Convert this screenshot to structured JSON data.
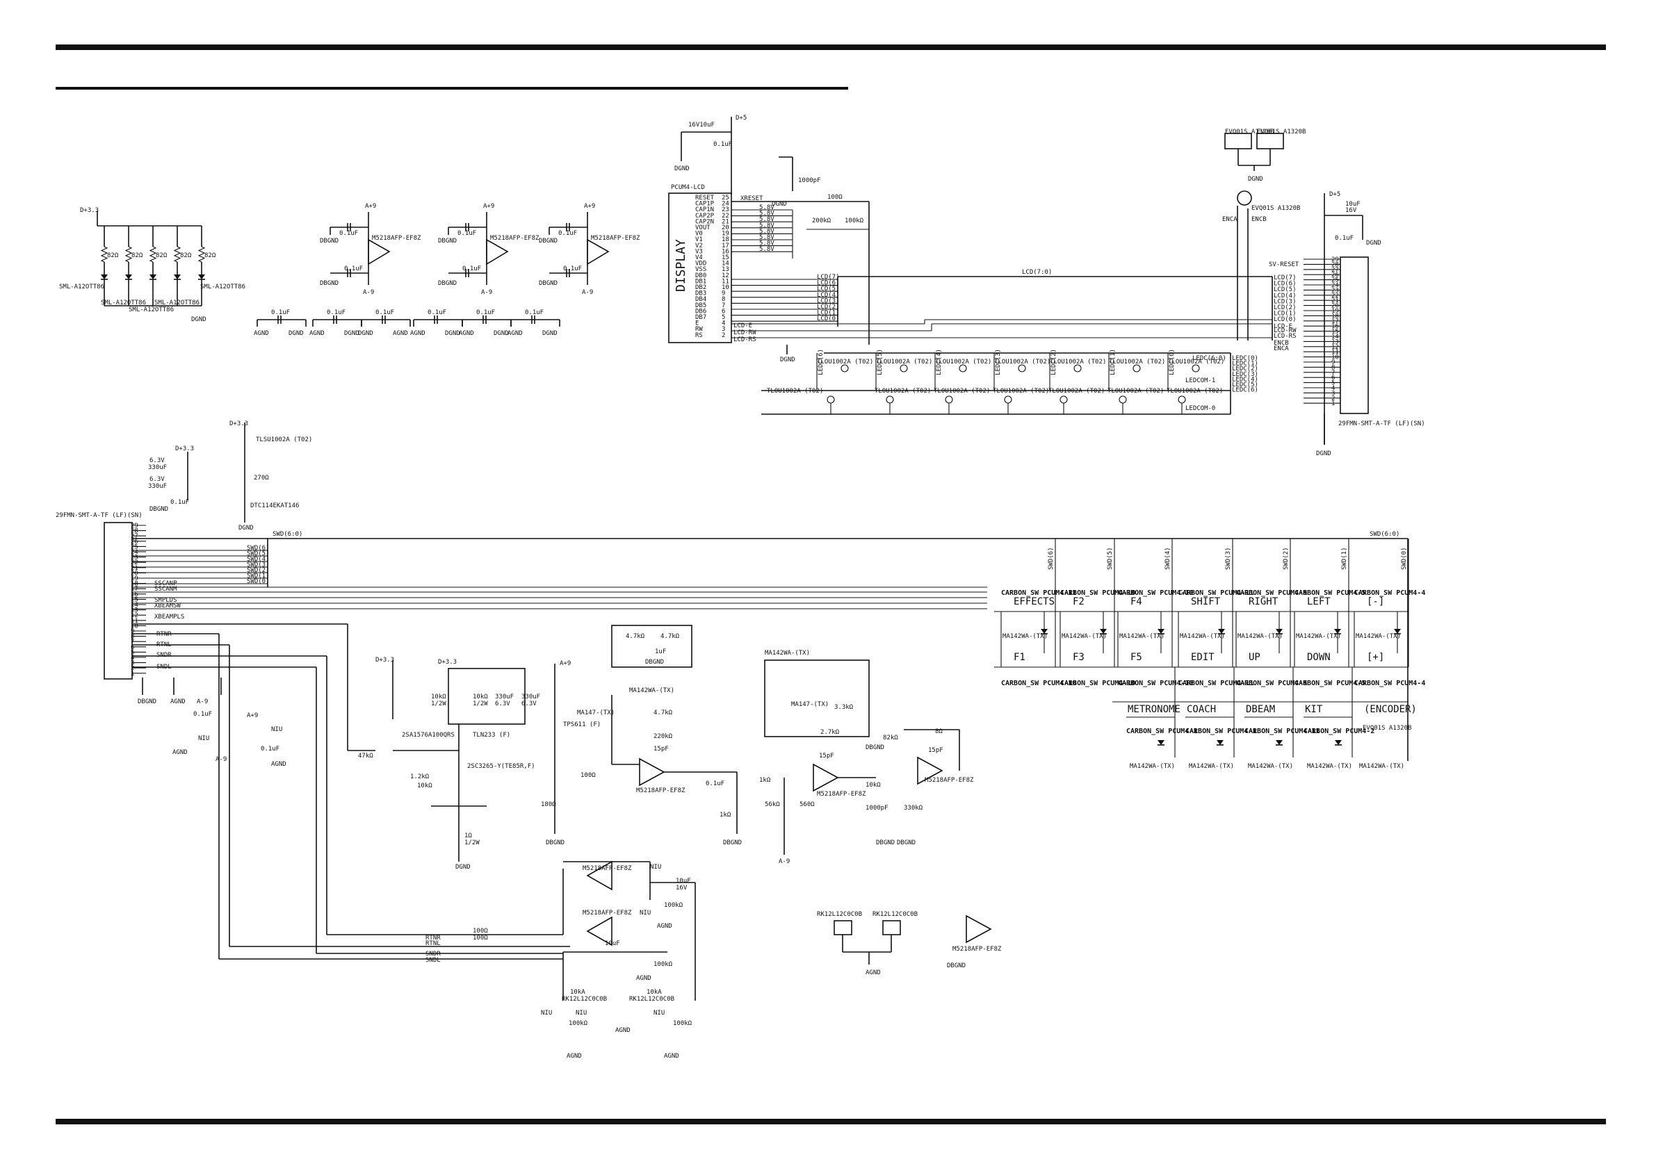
{
  "colors": {
    "ink": "#111111",
    "paper": "#ffffff"
  },
  "rails": {
    "d33": "D+3.3",
    "d5": "D+5",
    "a9p": "A+9",
    "a9m": "A-9"
  },
  "grounds": {
    "dgnd": "DGND",
    "agnd": "AGND",
    "dbgnd": "DBGND"
  },
  "refs": {
    "led_sml": "SML-A12OTT86",
    "opamp": "M5218AFP-EF8Z",
    "tlou": "TLOU1002A (T02)",
    "tlsu": "TLSU1002A (T02)",
    "dtc": "DTC114EKAT146",
    "pcum_lcd": "PCUM4-LCD",
    "display": "DISPLAY",
    "conn29": "29FMN-SMT-A-TF (LF)(SN)",
    "evq": "EVQ01S A1320B",
    "encoder": "(ENCODER)",
    "carbon_sw": "CARBON_SW PCUM4-",
    "ma142": "MA142WA-(TX)",
    "ma147": "MA147-(TX)",
    "rk12": "RK12L12C0C0B",
    "q_2sa": "2SA1576A100QRS",
    "q_2sc": "2SC3265-Y(TE85R,F)",
    "tln": "TLN233 (F)",
    "tps": "TPS611 (F)",
    "niu": "NIU"
  },
  "caps": {
    "c01": "0.1uF",
    "c1000p": "1000pF",
    "c15p": "15pF",
    "c10u": "10uF",
    "c10u16": "16V10uF",
    "c1u": "1uF",
    "c330": "330uF",
    "c63": "6.3V",
    "c16": "16V",
    "c58": "5.8V"
  },
  "res": {
    "r82": "82Ω",
    "r270": "270Ω",
    "r100": "100Ω",
    "r47k": "47kΩ",
    "r12k": "1.2kΩ",
    "r10k": "10kΩ",
    "r1": "1Ω",
    "r1w": "1/2W",
    "r47k2": "4.7kΩ",
    "r220k": "220kΩ",
    "r27k": "2.7kΩ",
    "r33k": "3.3kΩ",
    "r1k": "1kΩ",
    "r56k": "56kΩ",
    "r560": "560Ω",
    "r330k": "330kΩ",
    "r100k": "100kΩ",
    "r200k": "200kΩ",
    "r180": "180Ω",
    "r8": "8Ω",
    "r82b": "82kΩ",
    "r10kA": "10kA"
  },
  "nets": {
    "lcd_bus": "LCD(7:0)",
    "sw_bus": "SWD(6:0)",
    "ledc_bus": "LEDC(6:0)",
    "ledcom1": "LEDCOM-1",
    "ledcom0": "LEDCOM-0",
    "xreset": "XRESET",
    "sv_reset": "SV-RESET",
    "enca": "ENCA",
    "encb": "ENCB",
    "lcd_e": "LCD-E",
    "lcd_rw": "LCD-RW",
    "lcd_rs": "LCD-RS",
    "sscanp": "SSCANP",
    "sscanm": "SSCANM",
    "smplds": "SMPLDS",
    "xbeamsw": "XBEAMSW",
    "xbeampls": "XBEAMPLS",
    "rtnr": "RTNR",
    "rtnl": "RTNL",
    "sndr": "SNDR",
    "sndl": "SNDL"
  },
  "lcd_pins": [
    "RESET",
    "CAP1P",
    "CAP1N",
    "CAP2P",
    "CAP2N",
    "VOUT",
    "V0",
    "V1",
    "V2",
    "V3",
    "V4",
    "VDD",
    "VSS",
    "DB0",
    "DB1",
    "DB2",
    "DB3",
    "DB4",
    "DB5",
    "DB6",
    "DB7",
    "E",
    "RW",
    "RS"
  ],
  "keys_top": [
    "EFFECTS",
    "F2",
    "F4",
    "SHIFT",
    "RIGHT",
    "LEFT",
    "[-]"
  ],
  "keys_mid": [
    "F1",
    "F3",
    "F5",
    "EDIT",
    "UP",
    "DOWN",
    "[+]"
  ],
  "keys_bot": [
    "METRONOME",
    "COACH",
    "DBEAM",
    "KIT"
  ],
  "sw_top": [
    "CARBON_SW PCUM4-11",
    "CARBON_SW PCUM4-10",
    "CARBON_SW PCUM4-10",
    "CARBON_SW PCUM4-11",
    "CARBON_SW PCUM4-5",
    "CARBON_SW PCUM4-5",
    "CARBON_SW PCUM4-4"
  ],
  "sw_mid": [
    "CARBON_SW PCUM4-10",
    "CARBON_SW PCUM4-10",
    "CARBON_SW PCUM4-10",
    "CARBON_SW PCUM4-11",
    "CARBON_SW PCUM4-5",
    "CARBON_SW PCUM4-5",
    "CARBON_SW PCUM4-4"
  ],
  "sw_bot": [
    "CARBON_SW PCUM4-1",
    "CARBON_SW PCUM4-1",
    "CARBON_SW PCUM4-11",
    "CARBON_SW PCUM4-2"
  ],
  "swd": [
    "SWD(6)",
    "SWD(5)",
    "SWD(4)",
    "SWD(3)",
    "SWD(2)",
    "SWD(1)",
    "SWD(0)"
  ],
  "ledc": [
    "LEDC(6)",
    "LEDC(5)",
    "LEDC(4)",
    "LEDC(3)",
    "LEDC(2)",
    "LEDC(1)",
    "LEDC(0)"
  ],
  "lcd_lines": [
    "LCD(7)",
    "LCD(6)",
    "LCD(5)",
    "LCD(4)",
    "LCD(3)",
    "LCD(2)",
    "LCD(1)",
    "LCD(0)"
  ],
  "left_conn_pins": [
    "29",
    "28",
    "27",
    "26",
    "25",
    "24",
    "23",
    "22",
    "21",
    "20",
    "19",
    "18",
    "17",
    "16",
    "15",
    "14",
    "13",
    "12",
    "11",
    "10",
    "9",
    "8",
    "7",
    "6",
    "5",
    "4",
    "3",
    "2",
    "1"
  ],
  "right_conn_pins": [
    "29",
    "28",
    "27",
    "26",
    "25",
    "24",
    "23",
    "22",
    "21",
    "20",
    "19",
    "18",
    "17",
    "16",
    "15",
    "14",
    "13",
    "12",
    "11",
    "10",
    "9",
    "8",
    "7",
    "6",
    "5",
    "4",
    "3",
    "2",
    "1"
  ]
}
